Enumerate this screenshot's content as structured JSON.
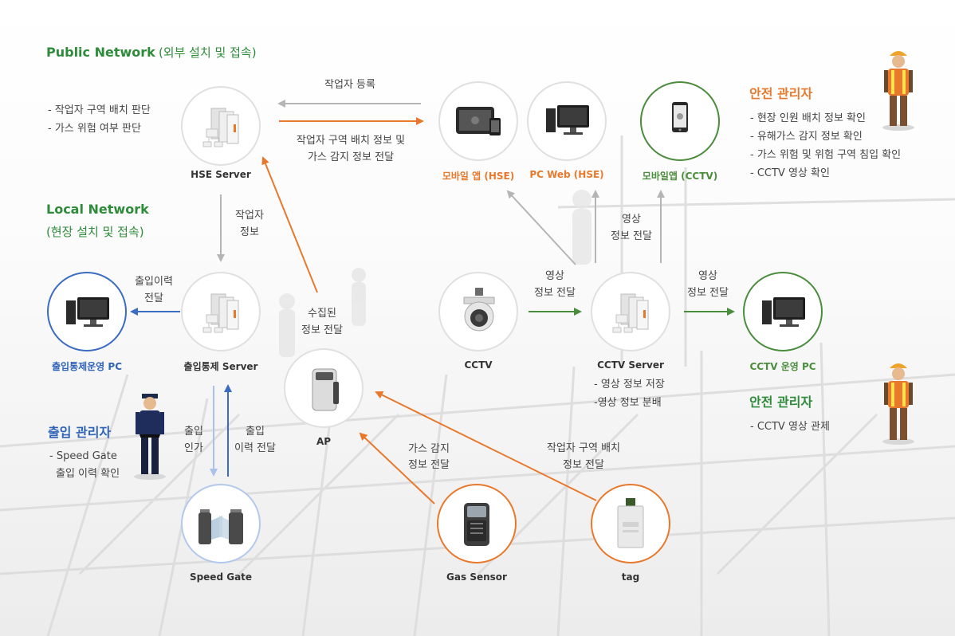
{
  "sections": {
    "public_title": "Public Network",
    "public_sub": "(외부 설치 및 접속)",
    "local_title": "Local Network",
    "local_sub": "(현장 설치 및 접속)"
  },
  "nodes": {
    "hse_server": "HSE Server",
    "access_server": "출입통제 Server",
    "access_pc": "출입통제운영 PC",
    "speed_gate": "Speed Gate",
    "ap": "AP",
    "gas_sensor": "Gas Sensor",
    "tag": "tag",
    "cctv": "CCTV",
    "cctv_server": "CCTV Server",
    "cctv_pc": "CCTV 운영 PC",
    "mobile_hse": "모바일 앱 (HSE)",
    "pcweb_hse": "PC Web (HSE)",
    "mobile_cctv": "모바일앱 (CCTV)"
  },
  "hse_server_notes": [
    "- 작업자 구역 배치 판단",
    "- 가스 위험 여부 판단"
  ],
  "cctv_server_notes": [
    "- 영상 정보 저장",
    "-영상 정보 분배"
  ],
  "safety_manager_1": {
    "title": "안전 관리자",
    "items": [
      "- 현장 인원 배치 정보 확인",
      "- 유해가스 감지 정보 확인",
      "- 가스 위험 및 위험 구역 침입 확인",
      "- CCTV 영상 확인"
    ]
  },
  "safety_manager_2": {
    "title": "안전 관리자",
    "items": [
      "-  CCTV 영상 관제"
    ]
  },
  "access_manager": {
    "title": "출입 관리자",
    "line1": "-  Speed Gate",
    "line2": "출입 이력 확인"
  },
  "edges": {
    "worker_register": "작업자 등록",
    "zone_gas_1": "작업자 구역 배치 정보 및",
    "zone_gas_2": "가스 감지 정보 전달",
    "worker_info_1": "작업자",
    "worker_info_2": "정보",
    "access_history_1": "출입이력",
    "access_history_2": "전달",
    "collected_1": "수집된",
    "collected_2": "정보 전달",
    "video_up_1": "영상",
    "video_up_2": "정보 전달",
    "cctv_video_1": "영상",
    "cctv_video_2": "정보 전달",
    "cctvpc_video_1": "영상",
    "cctvpc_video_2": "정보 전달",
    "entry_allow_1": "출입",
    "entry_allow_2": "인가",
    "entry_hist_1": "출입",
    "entry_hist_2": "이력 전달",
    "gas_1": "가스 감지",
    "gas_2": "정보 전달",
    "tag_1": "작업자 구역 배치",
    "tag_2": "정보 전달"
  },
  "colors": {
    "green": "#2e8b3a",
    "orange": "#e8792c",
    "blue": "#2f63b7",
    "gray_arrow": "#b5b5b5",
    "green_arrow": "#4a8d3c"
  }
}
